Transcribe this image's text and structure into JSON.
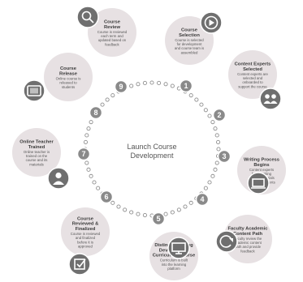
{
  "center": {
    "line1": "Launch Course",
    "line2": "Development"
  },
  "colors": {
    "card": "#e7e1e3",
    "icon_circle": "#6f6f6f",
    "node_circle": "#8a8a8a",
    "ring_dots": "#8f8f8f"
  },
  "steps": [
    {
      "number": "1",
      "title": [
        "Course",
        "Selection"
      ],
      "body": [
        "Course is selected",
        "for development",
        "and course team is",
        "assembled"
      ],
      "icon": "play-icon"
    },
    {
      "number": "2",
      "title": [
        "Content Experts",
        "Selected"
      ],
      "body": [
        "Content experts are",
        "selected and",
        "onboarded to",
        "support the course"
      ],
      "icon": "people-icon"
    },
    {
      "number": "3",
      "title": [
        "Writing Process",
        "Begins"
      ],
      "body": [
        "Content experts",
        "begin writing",
        "course materials",
        "and assessments"
      ],
      "icon": "laptop-icon"
    },
    {
      "number": "4",
      "title": [
        "Faculty Academic",
        "Content Path"
      ],
      "body": [
        "Faculty review the",
        "academic content",
        "path and provide",
        "feedback"
      ],
      "icon": "refresh-icon"
    },
    {
      "number": "5",
      "title": [
        "Distinct Learning",
        "Development",
        "Curriculum Course"
      ],
      "body": [
        "Curriculum is built",
        "into the learning",
        "platform"
      ],
      "icon": "monitor-icon"
    },
    {
      "number": "6",
      "title": [
        "Course",
        "Reviewed &",
        "Finalized"
      ],
      "body": [
        "Course is reviewed",
        "and finalized",
        "before it is",
        "approved"
      ],
      "icon": "checkbox-icon"
    },
    {
      "number": "7",
      "title": [
        "Online Teacher",
        "Trained"
      ],
      "body": [
        "Online teacher is",
        "trained on the",
        "course and its",
        "materials"
      ],
      "icon": "person-icon"
    },
    {
      "number": "8",
      "title": [
        "Course",
        "Release"
      ],
      "body": [
        "Online course is",
        "released to",
        "students"
      ],
      "icon": "tablet-icon"
    },
    {
      "number": "9",
      "title": [
        "Course",
        "Review"
      ],
      "body": [
        "Course is reviewed",
        "each term and",
        "updated based on",
        "feedback"
      ],
      "icon": "search-icon"
    }
  ]
}
